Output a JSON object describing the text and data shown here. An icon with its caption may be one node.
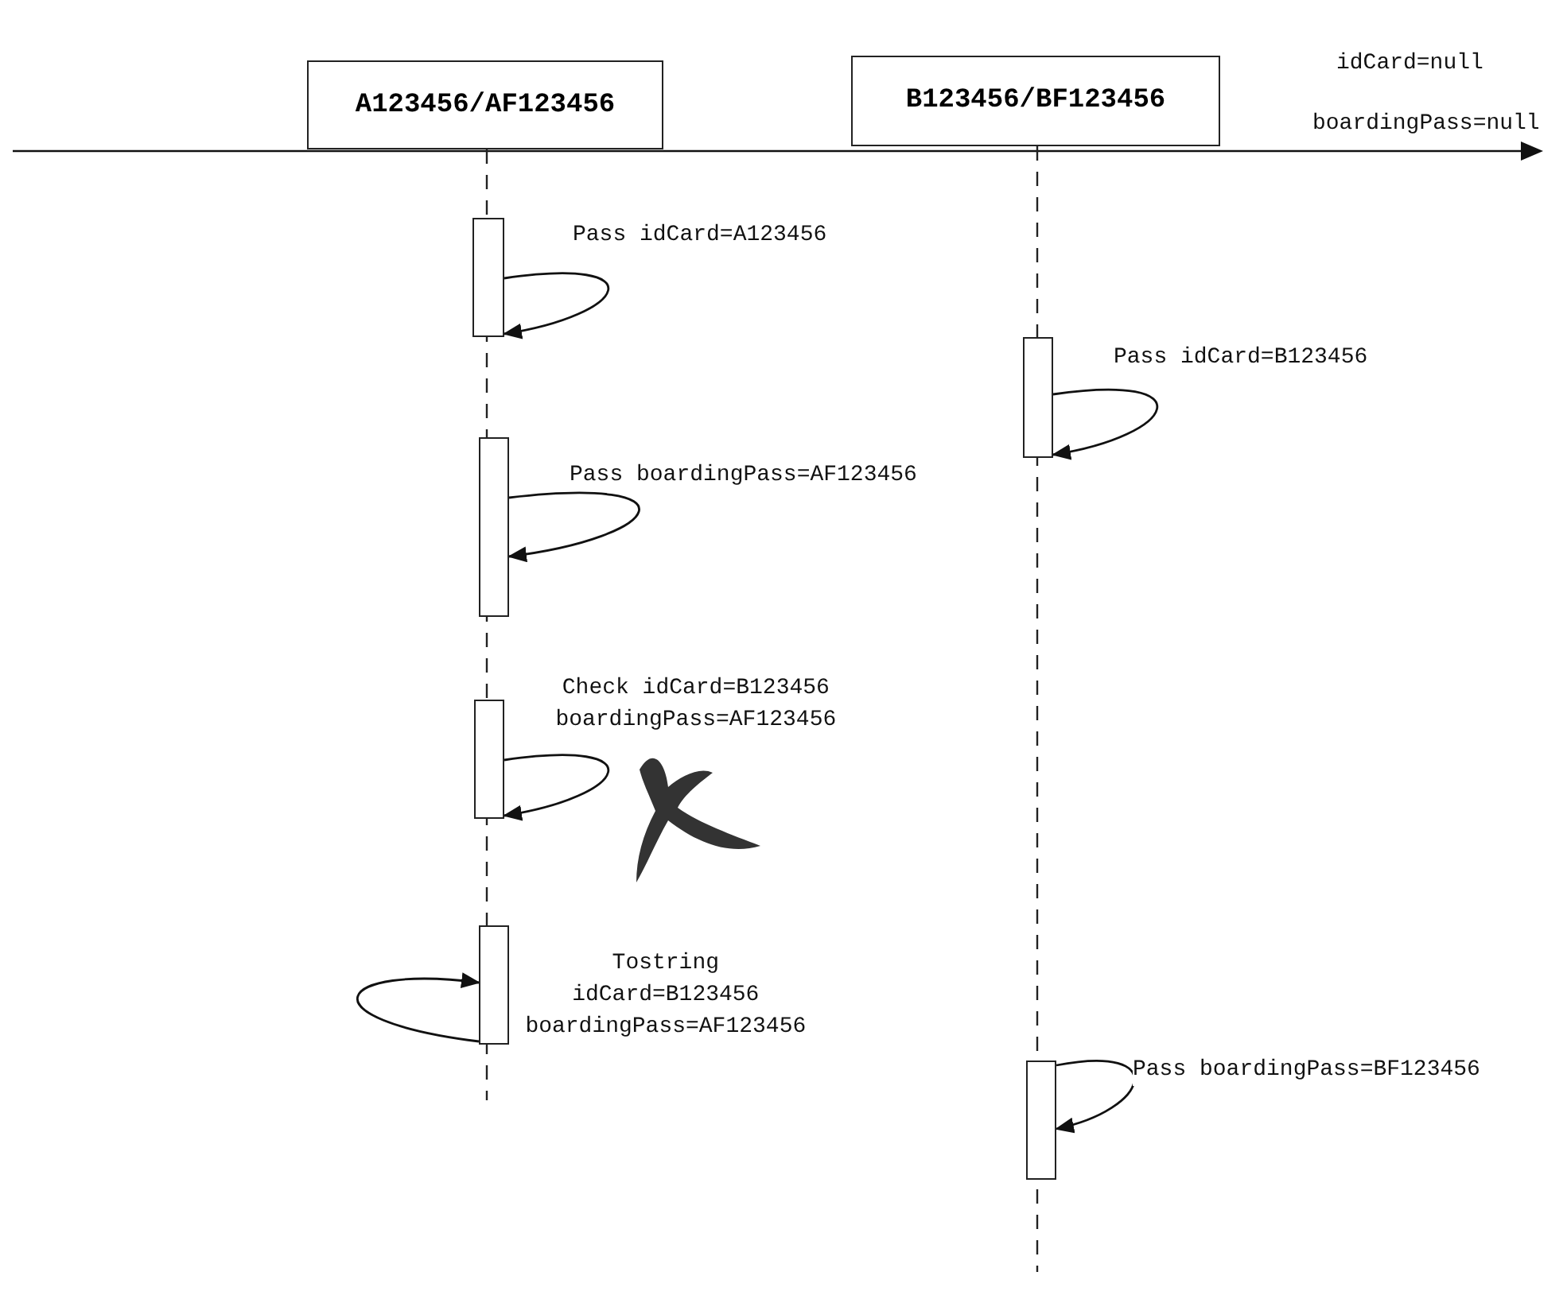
{
  "diagram": {
    "nodes": [
      {
        "text": [
          "A123456/AF123456"
        ]
      },
      {
        "text": [
          "B123456/BF123456"
        ]
      },
      {
        "text": [],
        "shape": "bar"
      },
      {
        "text": [],
        "shape": "bar"
      },
      {
        "text": [],
        "shape": "bar"
      },
      {
        "text": [],
        "shape": "bar"
      },
      {
        "text": [],
        "shape": "bar"
      },
      {
        "text": [],
        "shape": "bar"
      }
    ],
    "edges": [
      {
        "from": 2,
        "to": 2,
        "arrow": "to",
        "label": "Pass idCard=A123456"
      },
      {
        "from": 3,
        "to": 3,
        "arrow": "to",
        "label": "Pass idCard=B123456"
      },
      {
        "from": 4,
        "to": 4,
        "arrow": "to",
        "label": "Pass boardingPass=AF123456"
      },
      {
        "from": 5,
        "to": 5,
        "arrow": "to",
        "label": "Check idCard=B123456 boardingPass=AF123456"
      },
      {
        "from": 6,
        "to": 6,
        "arrow": "to",
        "label": "Tostring idCard=B123456 boardingPass=AF123456"
      },
      {
        "from": 7,
        "to": 7,
        "arrow": "to",
        "label": "Pass boardingPass=BF123456"
      }
    ],
    "labels": [
      "idCard=null",
      "boardingPass=null"
    ]
  }
}
